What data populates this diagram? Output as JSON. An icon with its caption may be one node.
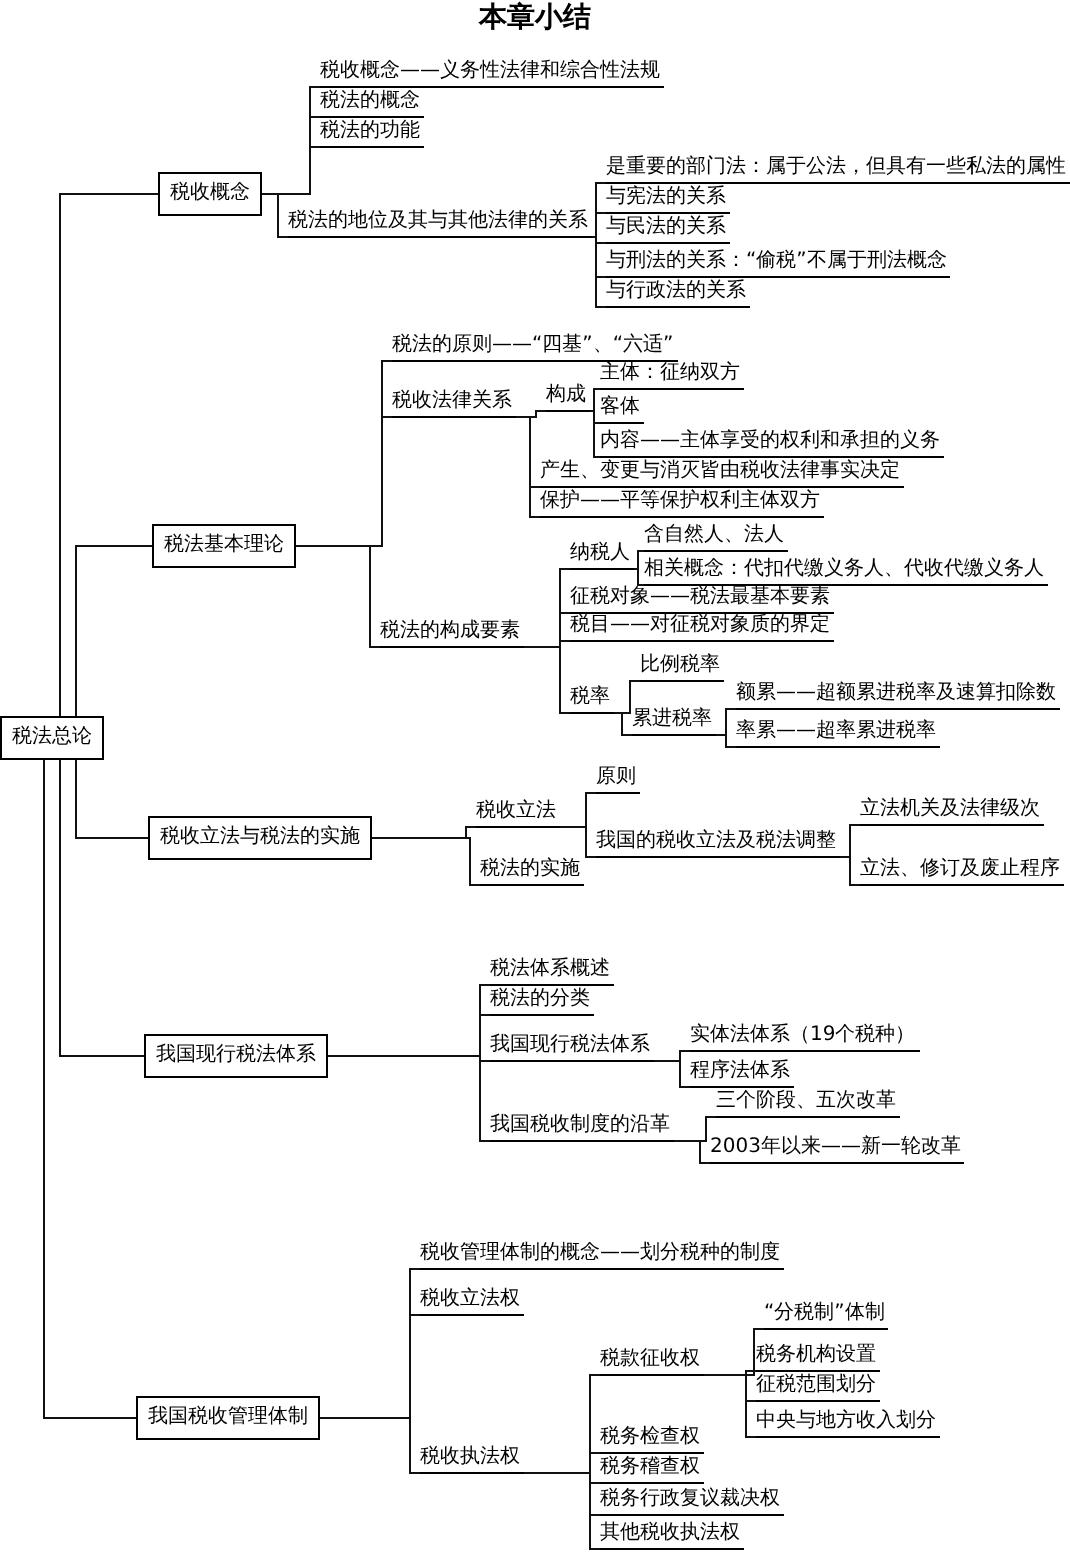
{
  "diagram": {
    "title": "本章小结",
    "nodes": [
      {
        "text": [
          "税法总论"
        ]
      },
      {
        "text": [
          "税收概念"
        ]
      },
      {
        "text": [
          "税收概念——义务性法律和综合性法规"
        ]
      },
      {
        "text": [
          "税法的概念"
        ]
      },
      {
        "text": [
          "税法的功能"
        ]
      },
      {
        "text": [
          "税法的地位及其与其他法律的关系"
        ]
      },
      {
        "text": [
          "是重要的部门法：属于公法，但具有一些私法的属性"
        ]
      },
      {
        "text": [
          "与宪法的关系"
        ]
      },
      {
        "text": [
          "与民法的关系"
        ]
      },
      {
        "text": [
          "与刑法的关系：“偷税”不属于刑法概念"
        ]
      },
      {
        "text": [
          "与行政法的关系"
        ]
      },
      {
        "text": [
          "税法基本理论"
        ]
      },
      {
        "text": [
          "税法的原则——“四基”、“六适”"
        ]
      },
      {
        "text": [
          "税收法律关系"
        ]
      },
      {
        "text": [
          "构成"
        ]
      },
      {
        "text": [
          "主体：征纳双方"
        ]
      },
      {
        "text": [
          "客体"
        ]
      },
      {
        "text": [
          "内容——主体享受的权利和承担的义务"
        ]
      },
      {
        "text": [
          "产生、变更与消灭皆由税收法律事实决定"
        ]
      },
      {
        "text": [
          "保护——平等保护权利主体双方"
        ]
      },
      {
        "text": [
          "税法的构成要素"
        ]
      },
      {
        "text": [
          "纳税人"
        ]
      },
      {
        "text": [
          "含自然人、法人"
        ]
      },
      {
        "text": [
          "相关概念：代扣代缴义务人、代收代缴义务人"
        ]
      },
      {
        "text": [
          "征税对象——税法最基本要素"
        ]
      },
      {
        "text": [
          "税目——对征税对象质的界定"
        ]
      },
      {
        "text": [
          "税率"
        ]
      },
      {
        "text": [
          "比例税率"
        ]
      },
      {
        "text": [
          "累进税率"
        ]
      },
      {
        "text": [
          "额累——超额累进税率及速算扣除数"
        ]
      },
      {
        "text": [
          "率累——超率累进税率"
        ]
      },
      {
        "text": [
          "税收立法与税法的实施"
        ]
      },
      {
        "text": [
          "税收立法"
        ]
      },
      {
        "text": [
          "税法的实施"
        ]
      },
      {
        "text": [
          "原则"
        ]
      },
      {
        "text": [
          "我国的税收立法及税法调整"
        ]
      },
      {
        "text": [
          "立法机关及法律级次"
        ]
      },
      {
        "text": [
          "立法、修订及废止程序"
        ]
      },
      {
        "text": [
          "我国现行税法体系"
        ]
      },
      {
        "text": [
          "税法体系概述"
        ]
      },
      {
        "text": [
          "税法的分类"
        ]
      },
      {
        "text": [
          "我国现行税法体系"
        ]
      },
      {
        "text": [
          "实体法体系（19个税种）"
        ]
      },
      {
        "text": [
          "程序法体系"
        ]
      },
      {
        "text": [
          "我国税收制度的沿革"
        ]
      },
      {
        "text": [
          "三个阶段、五次改革"
        ]
      },
      {
        "text": [
          "2003年以来——新一轮改革"
        ]
      },
      {
        "text": [
          "我国税收管理体制"
        ]
      },
      {
        "text": [
          "税收管理体制的概念——划分税种的制度"
        ]
      },
      {
        "text": [
          "税收立法权"
        ]
      },
      {
        "text": [
          "税收执法权"
        ]
      },
      {
        "text": [
          "税款征收权"
        ]
      },
      {
        "text": [
          "“分税制”体制"
        ]
      },
      {
        "text": [
          "税务机构设置"
        ]
      },
      {
        "text": [
          "征税范围划分"
        ]
      },
      {
        "text": [
          "中央与地方收入划分"
        ]
      },
      {
        "text": [
          "税务检查权"
        ]
      },
      {
        "text": [
          "税务稽查权"
        ]
      },
      {
        "text": [
          "税务行政复议裁决权"
        ]
      },
      {
        "text": [
          "其他税收执法权"
        ]
      }
    ],
    "edges": [
      {
        "from": 0,
        "to": 1,
        "arrow": "none"
      },
      {
        "from": 0,
        "to": 11,
        "arrow": "none"
      },
      {
        "from": 0,
        "to": 31,
        "arrow": "none"
      },
      {
        "from": 0,
        "to": 38,
        "arrow": "none"
      },
      {
        "from": 0,
        "to": 47,
        "arrow": "none"
      },
      {
        "from": 1,
        "to": 2,
        "arrow": "none"
      },
      {
        "from": 1,
        "to": 3,
        "arrow": "none"
      },
      {
        "from": 1,
        "to": 4,
        "arrow": "none"
      },
      {
        "from": 1,
        "to": 5,
        "arrow": "none"
      },
      {
        "from": 5,
        "to": 6,
        "arrow": "none"
      },
      {
        "from": 5,
        "to": 7,
        "arrow": "none"
      },
      {
        "from": 5,
        "to": 8,
        "arrow": "none"
      },
      {
        "from": 5,
        "to": 9,
        "arrow": "none"
      },
      {
        "from": 5,
        "to": 10,
        "arrow": "none"
      },
      {
        "from": 11,
        "to": 12,
        "arrow": "none"
      },
      {
        "from": 11,
        "to": 13,
        "arrow": "none"
      },
      {
        "from": 11,
        "to": 20,
        "arrow": "none"
      },
      {
        "from": 13,
        "to": 14,
        "arrow": "none"
      },
      {
        "from": 13,
        "to": 18,
        "arrow": "none"
      },
      {
        "from": 13,
        "to": 19,
        "arrow": "none"
      },
      {
        "from": 14,
        "to": 15,
        "arrow": "none"
      },
      {
        "from": 14,
        "to": 16,
        "arrow": "none"
      },
      {
        "from": 14,
        "to": 17,
        "arrow": "none"
      },
      {
        "from": 20,
        "to": 21,
        "arrow": "none"
      },
      {
        "from": 20,
        "to": 24,
        "arrow": "none"
      },
      {
        "from": 20,
        "to": 25,
        "arrow": "none"
      },
      {
        "from": 20,
        "to": 26,
        "arrow": "none"
      },
      {
        "from": 21,
        "to": 22,
        "arrow": "none"
      },
      {
        "from": 21,
        "to": 23,
        "arrow": "none"
      },
      {
        "from": 26,
        "to": 27,
        "arrow": "none"
      },
      {
        "from": 26,
        "to": 28,
        "arrow": "none"
      },
      {
        "from": 28,
        "to": 29,
        "arrow": "none"
      },
      {
        "from": 28,
        "to": 30,
        "arrow": "none"
      },
      {
        "from": 31,
        "to": 32,
        "arrow": "none"
      },
      {
        "from": 31,
        "to": 33,
        "arrow": "none"
      },
      {
        "from": 32,
        "to": 34,
        "arrow": "none"
      },
      {
        "from": 32,
        "to": 35,
        "arrow": "none"
      },
      {
        "from": 35,
        "to": 36,
        "arrow": "none"
      },
      {
        "from": 35,
        "to": 37,
        "arrow": "none"
      },
      {
        "from": 38,
        "to": 39,
        "arrow": "none"
      },
      {
        "from": 38,
        "to": 40,
        "arrow": "none"
      },
      {
        "from": 38,
        "to": 41,
        "arrow": "none"
      },
      {
        "from": 38,
        "to": 44,
        "arrow": "none"
      },
      {
        "from": 41,
        "to": 42,
        "arrow": "none"
      },
      {
        "from": 41,
        "to": 43,
        "arrow": "none"
      },
      {
        "from": 44,
        "to": 45,
        "arrow": "none"
      },
      {
        "from": 44,
        "to": 46,
        "arrow": "none"
      },
      {
        "from": 47,
        "to": 48,
        "arrow": "none"
      },
      {
        "from": 47,
        "to": 49,
        "arrow": "none"
      },
      {
        "from": 47,
        "to": 50,
        "arrow": "none"
      },
      {
        "from": 50,
        "to": 51,
        "arrow": "none"
      },
      {
        "from": 50,
        "to": 56,
        "arrow": "none"
      },
      {
        "from": 50,
        "to": 57,
        "arrow": "none"
      },
      {
        "from": 50,
        "to": 58,
        "arrow": "none"
      },
      {
        "from": 50,
        "to": 59,
        "arrow": "none"
      },
      {
        "from": 51,
        "to": 52,
        "arrow": "none"
      },
      {
        "from": 51,
        "to": 53,
        "arrow": "none"
      },
      {
        "from": 51,
        "to": 54,
        "arrow": "none"
      },
      {
        "from": 51,
        "to": 55,
        "arrow": "none"
      }
    ]
  }
}
